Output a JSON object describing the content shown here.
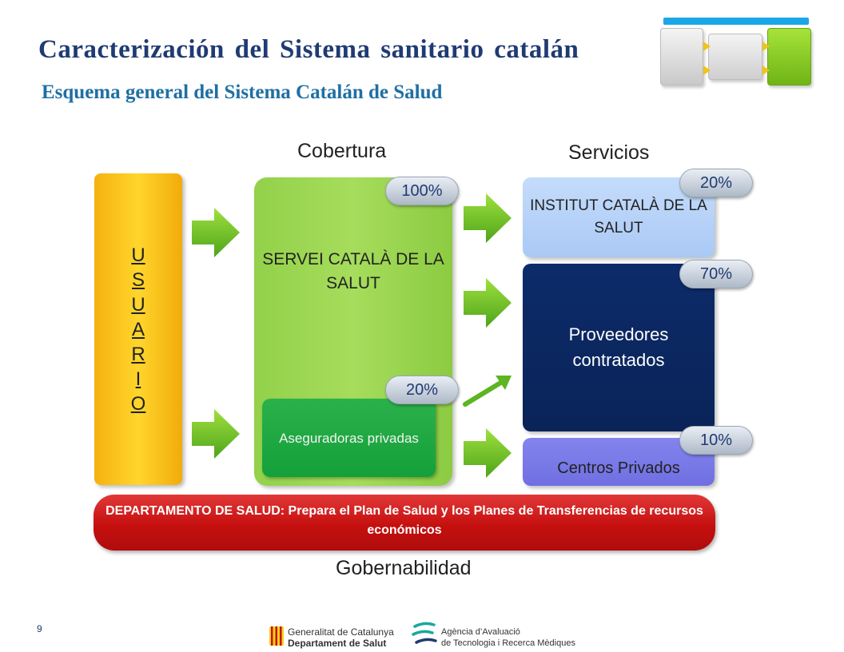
{
  "header": {
    "title": "Caracterización del Sistema sanitario catalán",
    "subtitle": "Esquema general del Sistema Catalán de Salud"
  },
  "headings": {
    "cobertura": "Cobertura",
    "servicios": "Servicios",
    "gobernabilidad": "Gobernabilidad"
  },
  "usuario": {
    "letters": [
      "U",
      "S",
      "U",
      "A",
      "R",
      "I",
      "O"
    ]
  },
  "cobertura": {
    "servei_label": "SERVEI CATALÀ DE LA SALUT",
    "servei_pct": "100%",
    "aseguradoras_label": "Aseguradoras privadas",
    "aseguradoras_pct": "20%"
  },
  "servicios": {
    "ics_label": "INSTITUT CATALÀ DE LA SALUT",
    "ics_pct": "20%",
    "proveedores_label": "Proveedores contratados",
    "proveedores_pct": "70%",
    "centros_label": "Centros Privados",
    "centros_pct": "10%"
  },
  "departamento": {
    "bold_label": "DEPARTAMENTO DE SALUD:",
    "text": " Prepara el Plan de Salud y los Planes de Transferencias de recursos económicos"
  },
  "footer": {
    "page_number": "9",
    "logo1_line1": "Generalitat de Catalunya",
    "logo1_line2": "Departament de Salut",
    "logo2_line1": "Agència d’Avaluació",
    "logo2_line2": "de Tecnologia i Recerca Mèdiques"
  },
  "colors": {
    "title": "#1f3b73",
    "subtitle": "#1f6fa3",
    "usuario": "#ffc91f",
    "servei": "#9ed654",
    "aseguradoras": "#1aa843",
    "ics": "#b7d3f8",
    "proveedores": "#0b2862",
    "centros": "#7a7ae8",
    "departamento": "#c8130f",
    "arrow": "#7cc52e"
  }
}
